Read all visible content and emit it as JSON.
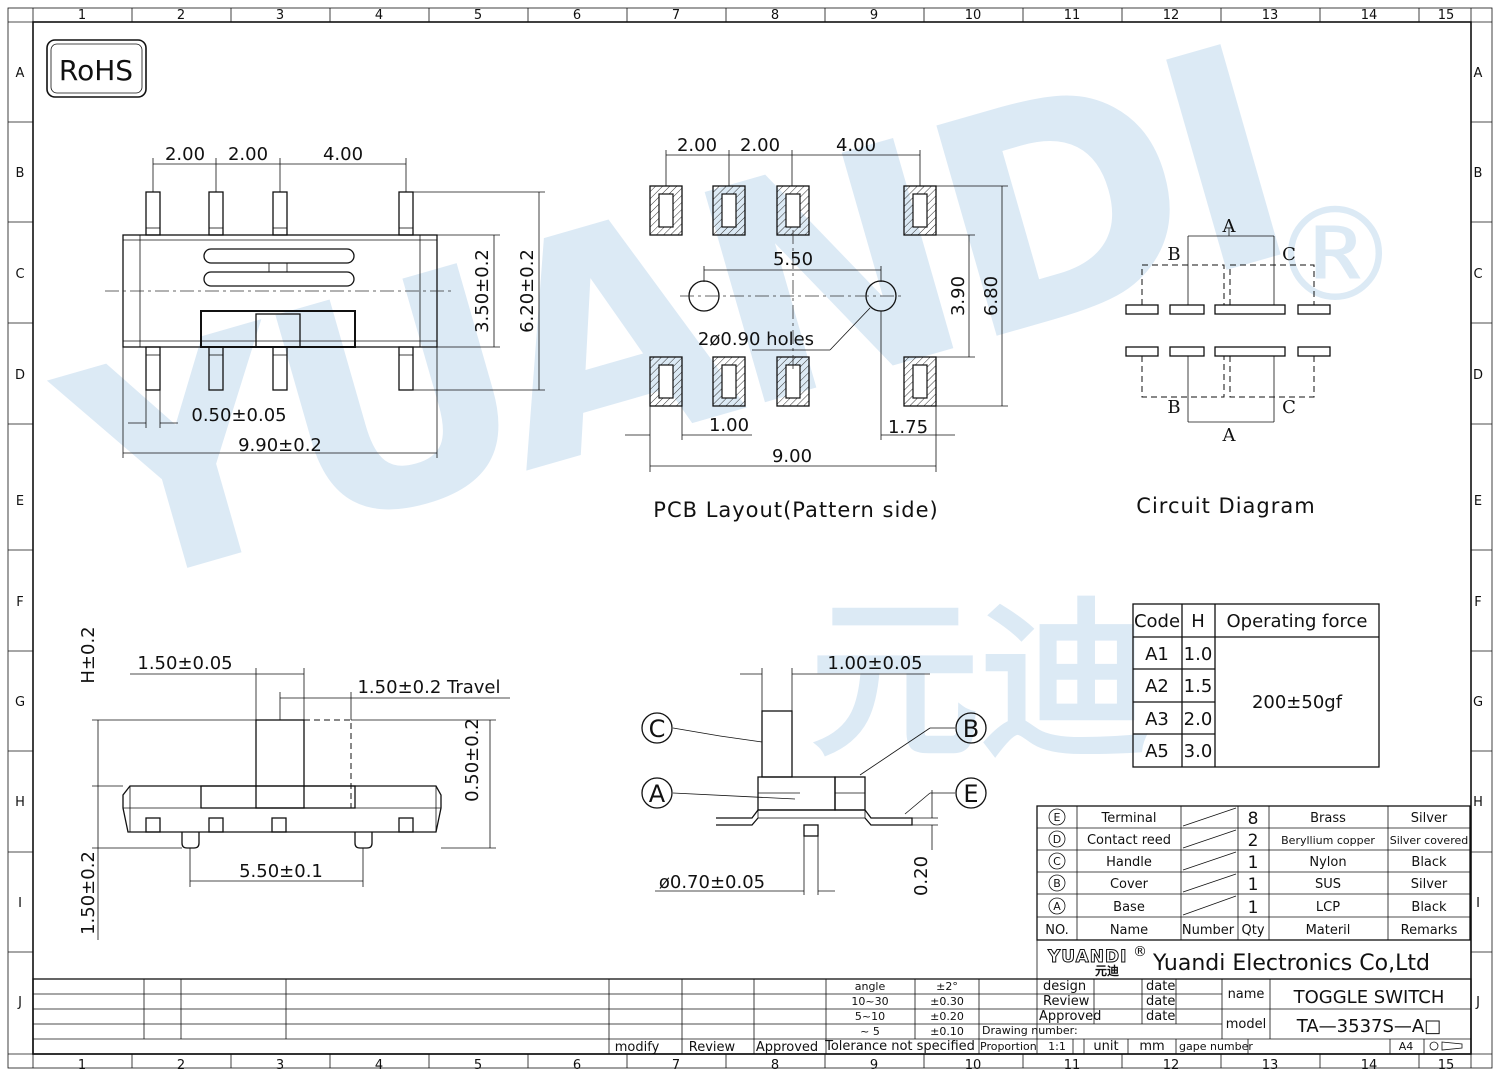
{
  "grid": {
    "cols": [
      "1",
      "2",
      "3",
      "4",
      "5",
      "6",
      "7",
      "8",
      "9",
      "10",
      "11",
      "12",
      "13",
      "14",
      "15"
    ],
    "rows": [
      "A",
      "B",
      "C",
      "D",
      "E",
      "F",
      "G",
      "H",
      "I",
      "J"
    ]
  },
  "rohs": "RoHS",
  "watermark": {
    "text": "YUANDI",
    "cn": "元迪",
    "mark": "®"
  },
  "top_view": {
    "d_pitch1": "2.00",
    "d_pitch2": "2.00",
    "d_pitch3": "4.00",
    "d_body_h": "3.50±0.2",
    "d_total_h": "6.20±0.2",
    "d_pin_w": "0.50±0.05",
    "d_len": "9.90±0.2"
  },
  "pcb": {
    "d_pitch1": "2.00",
    "d_pitch2": "2.00",
    "d_pitch3": "4.00",
    "d_holes": "5.50",
    "d_hole_note": "2ø0.90  holes",
    "d_3_90": "3.90",
    "d_6_80": "6.80",
    "d_pad": "1.00",
    "d_edge": "1.75",
    "d_9_00": "9.00",
    "title": "PCB  Layout(Pattern  side)"
  },
  "circuit": {
    "A_top": "A",
    "B_top": "B",
    "C_top": "C",
    "B_bot": "B",
    "C_bot": "C",
    "A_bot": "A",
    "title": "Circuit  Diagram"
  },
  "side_view": {
    "d_h": "H±0.2",
    "d_knob": "1.50±0.05",
    "d_travel": "1.50±0.2  Travel",
    "d_050": "0.50±0.2",
    "d_150": "1.50±0.2",
    "d_550": "5.50±0.1"
  },
  "end_view": {
    "lbl_c": "C",
    "lbl_b": "B",
    "lbl_a": "A",
    "lbl_e": "E",
    "d_100": "1.00±0.05",
    "d_070": "ø0.70±0.05",
    "d_020": "0.20"
  },
  "force_table": {
    "headers": [
      "Code",
      "H",
      "Operating  force"
    ],
    "rows": [
      [
        "A1",
        "1.0"
      ],
      [
        "A2",
        "1.5"
      ],
      [
        "A3",
        "2.0"
      ],
      [
        "A5",
        "3.0"
      ]
    ],
    "force": "200±50gf"
  },
  "bom": {
    "rows": [
      {
        "no": "E",
        "name": "Terminal",
        "qty": "8",
        "mat": "Brass",
        "rem": "Silver"
      },
      {
        "no": "D",
        "name": "Contact reed",
        "qty": "2",
        "mat": "Beryllium copper",
        "rem": "Silver covered"
      },
      {
        "no": "C",
        "name": "Handle",
        "qty": "1",
        "mat": "Nylon",
        "rem": "Black"
      },
      {
        "no": "B",
        "name": "Cover",
        "qty": "1",
        "mat": "SUS",
        "rem": "Silver"
      },
      {
        "no": "A",
        "name": "Base",
        "qty": "1",
        "mat": "LCP",
        "rem": "Black"
      }
    ],
    "header": {
      "no": "NO.",
      "name": "Name",
      "num": "Number",
      "qty": "Qty",
      "mat": "Materil",
      "rem": "Remarks"
    }
  },
  "title_block": {
    "logo": "YUANDI",
    "logo_cn": "元迪",
    "logo_r": "®",
    "company": "Yuandi Electronics Co,Ltd",
    "design": "design",
    "review": "Review",
    "approved": "Approved",
    "date1": "date",
    "date2": "date",
    "date3": "date",
    "name_lbl": "name",
    "name_val": "TOGGLE  SWITCH",
    "model_lbl": "model",
    "model_val": "TA—3537S—A□",
    "drawing_number": "Drawing number:",
    "proportion": "Proportion",
    "scale": "1:1",
    "unit": "unit",
    "unit_val": "mm",
    "gape": "gape number",
    "size": "A4",
    "modify": "modify",
    "review2": "Review",
    "approved2": "Approved",
    "tol_title": "Tolerance  not  specified",
    "tol": [
      [
        "angle",
        "±2°"
      ],
      [
        "10~30",
        "±0.30"
      ],
      [
        "5~10",
        "±0.20"
      ],
      [
        "~ 5",
        "±0.10"
      ]
    ]
  }
}
